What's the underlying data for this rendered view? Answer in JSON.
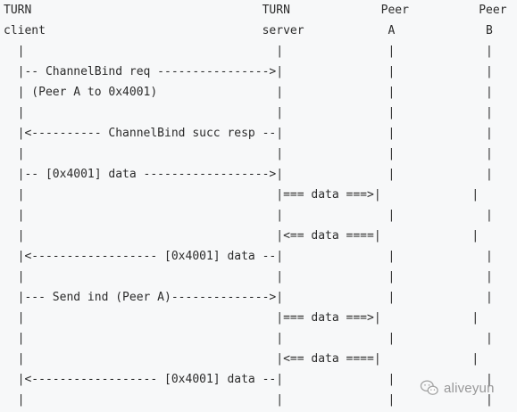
{
  "diagram": {
    "lines": [
      "TURN                                 TURN             Peer          Peer",
      "client                               server            A             B",
      "  |                                    |               |             |",
      "  |-- ChannelBind req ---------------->|               |             |",
      "  | (Peer A to 0x4001)                 |               |             |",
      "  |                                    |               |             |",
      "  |<---------- ChannelBind succ resp --|               |             |",
      "  |                                    |               |             |",
      "  |-- [0x4001] data ------------------>|               |             |",
      "  |                                    |=== data ===>|             |",
      "  |                                    |               |             |",
      "  |                                    |<== data ====|             |",
      "  |<------------------ [0x4001] data --|               |             |",
      "  |                                    |               |             |",
      "  |--- Send ind (Peer A)-------------->|               |             |",
      "  |                                    |=== data ===>|             |",
      "  |                                    |               |             |",
      "  |                                    |<== data ====|             |",
      "  |<------------------ [0x4001] data --|               |             |",
      "  |                                    |               |             |"
    ]
  },
  "watermark": {
    "text": "aliveyun",
    "icon": "wechat-icon"
  }
}
